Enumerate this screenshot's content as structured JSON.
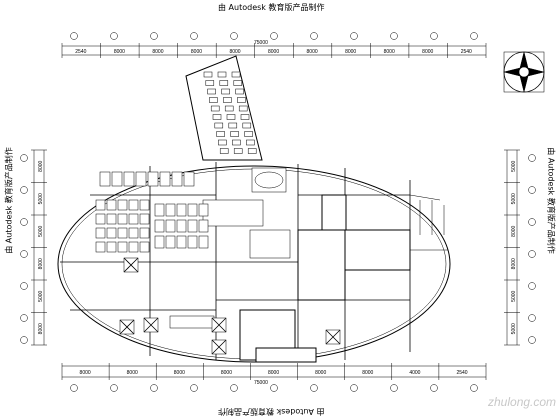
{
  "stamps": {
    "top": "由 Autodesk 教育版产品制作",
    "bottom": "由 Autodesk 教育版产品制作",
    "left": "由 Autodesk 教育版产品制作",
    "right": "由 Autodesk 教育版产品制作"
  },
  "dimensions": {
    "top_total": "75000",
    "bottom_total": "75000",
    "top_segments": [
      "2540",
      "8000",
      "8000",
      "8000",
      "8000",
      "8000",
      "8000",
      "8000",
      "8000",
      "8000",
      "2540"
    ],
    "bottom_segments": [
      "8000",
      "8000",
      "8000",
      "8000",
      "8000",
      "8000",
      "8000",
      "4000",
      "2540"
    ],
    "left_segments": [
      "8000",
      "5000",
      "5000",
      "8000",
      "5000",
      "8000"
    ],
    "right_segments": [
      "5000",
      "5000",
      "8000",
      "8000",
      "5000",
      "5000"
    ]
  },
  "watermark": "zhulong.com"
}
